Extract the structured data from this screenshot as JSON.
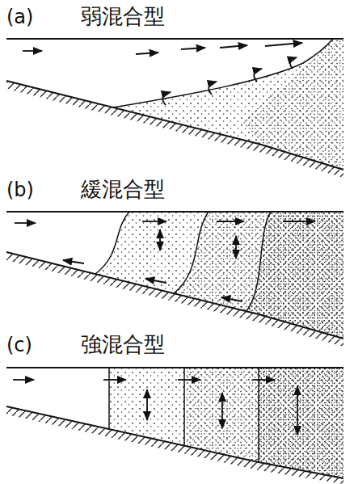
{
  "diagram": {
    "labels": [
      "(a)",
      "弱混合型",
      "(b)",
      "緩混合型",
      "(c)",
      "強混合型"
    ]
  }
}
